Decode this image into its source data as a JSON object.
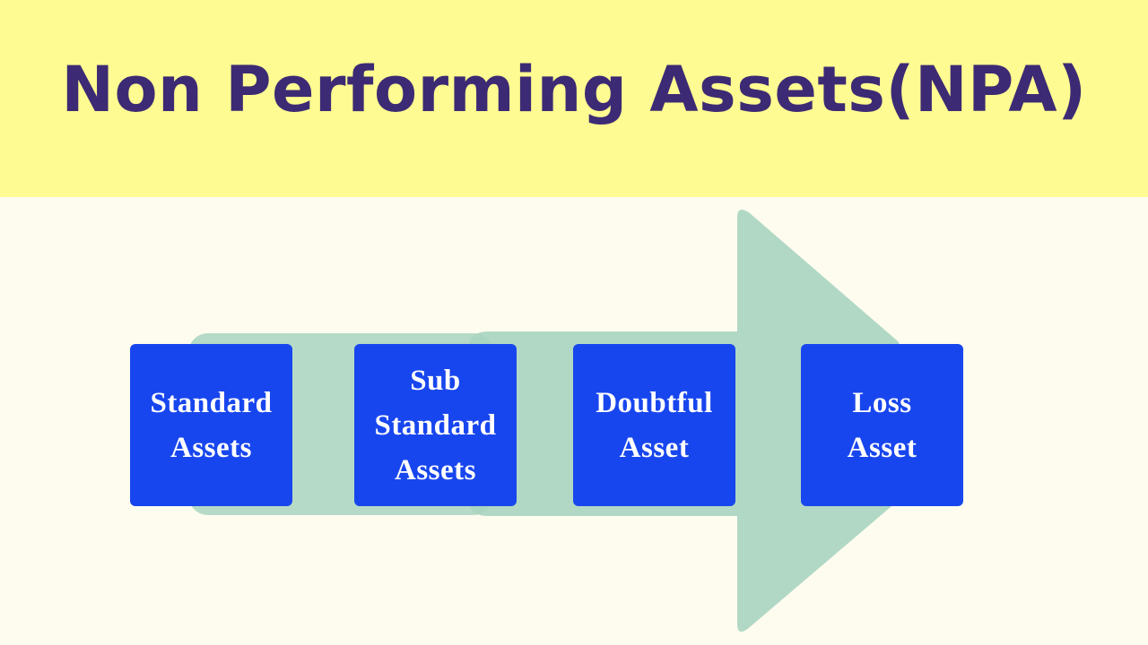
{
  "header": {
    "title": "Non Performing Assets(NPA)"
  },
  "diagram": {
    "arrow_color": "#a8d4c0",
    "box_color": "#1846ee",
    "stages": [
      {
        "label": "Standard\nAssets"
      },
      {
        "label": "Sub\nStandard\nAssets"
      },
      {
        "label": "Doubtful\nAsset"
      },
      {
        "label": "Loss\nAsset"
      }
    ]
  }
}
